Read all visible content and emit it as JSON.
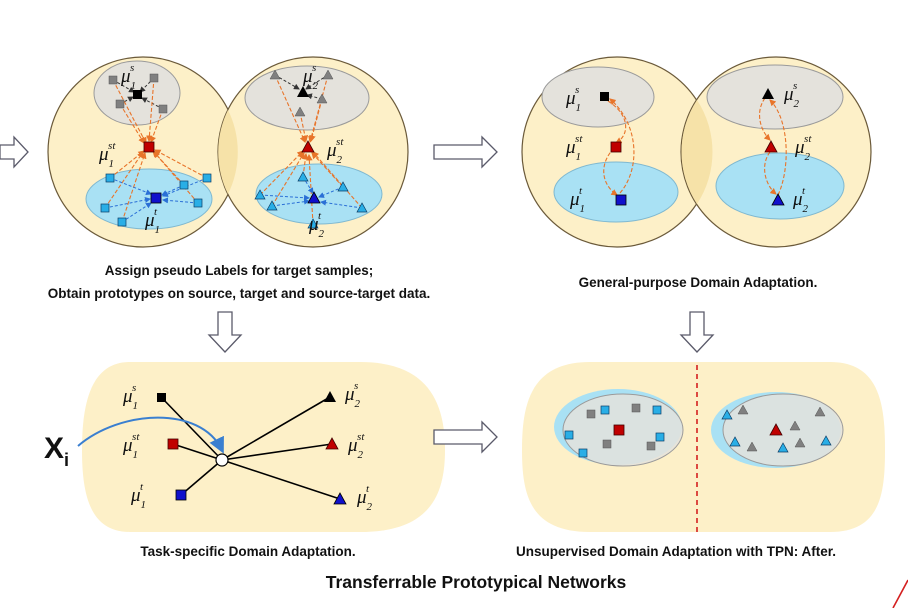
{
  "captions": {
    "step1_line1": "Assign pseudo Labels for target samples;",
    "step1_line2": "Obtain prototypes on source, target and source-target data.",
    "step2": "General-purpose Domain Adaptation.",
    "step3": "Task-specific Domain Adaptation.",
    "step4": "Unsupervised Domain Adaptation with TPN: After.",
    "title": "Transferrable Prototypical Networks"
  },
  "prototype_labels": {
    "mu": "μ",
    "sub1": "1",
    "sub2": "2",
    "sup_s": "s",
    "sup_t": "t",
    "sup_st": "st"
  },
  "input_label": {
    "x": "X",
    "sub": "i"
  },
  "colors": {
    "panel_fill": "#fdf0c8",
    "source_ellipse": "#e4e2dc",
    "target_ellipse": "#a9e1f4",
    "gray_marker": "#808080",
    "cyan_marker": "#29aee6",
    "prototype_red": "#c00000",
    "prototype_blue": "#1010cc",
    "arrow_orange": "#e8742a",
    "arrow_blue": "#2a6fd6",
    "divider_red": "#d42020"
  }
}
